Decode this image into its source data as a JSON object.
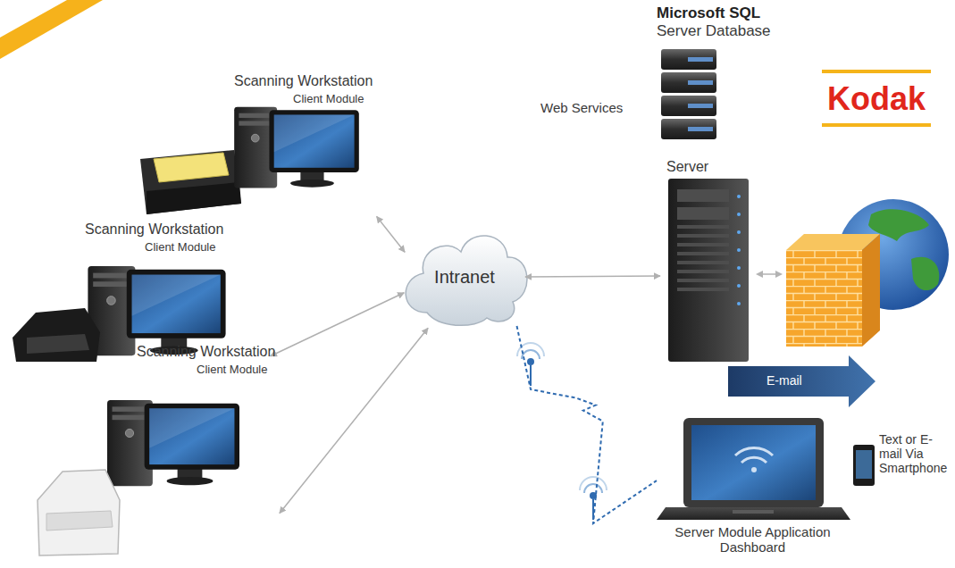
{
  "diagram": {
    "nodes": [
      {
        "text": [
          "Scanning Workstation",
          "Client Module"
        ]
      },
      {
        "text": [
          "Scanning Workstation",
          "Client Module"
        ]
      },
      {
        "text": [
          "Scanning Workstation",
          "Client Module"
        ]
      },
      {
        "text": [
          "Intranet"
        ]
      },
      {
        "text": [
          "Microsoft SQL",
          "Server Database"
        ]
      },
      {
        "text": [
          "Server"
        ]
      },
      {
        "text": [
          "Server Module Application Dashboard"
        ]
      },
      {
        "text": [
          "Text or E-mail Via Smartphone"
        ]
      }
    ],
    "edges": [
      {
        "from": 0,
        "to": 3,
        "arrow": "both"
      },
      {
        "from": 1,
        "to": 3,
        "arrow": "both"
      },
      {
        "from": 2,
        "to": 3,
        "arrow": "both"
      },
      {
        "from": 3,
        "to": 5,
        "arrow": "both"
      },
      {
        "from": 3,
        "to": 6,
        "arrow": "none"
      }
    ],
    "labels": [
      "Web Services",
      "E-mail",
      "Kodak"
    ]
  }
}
